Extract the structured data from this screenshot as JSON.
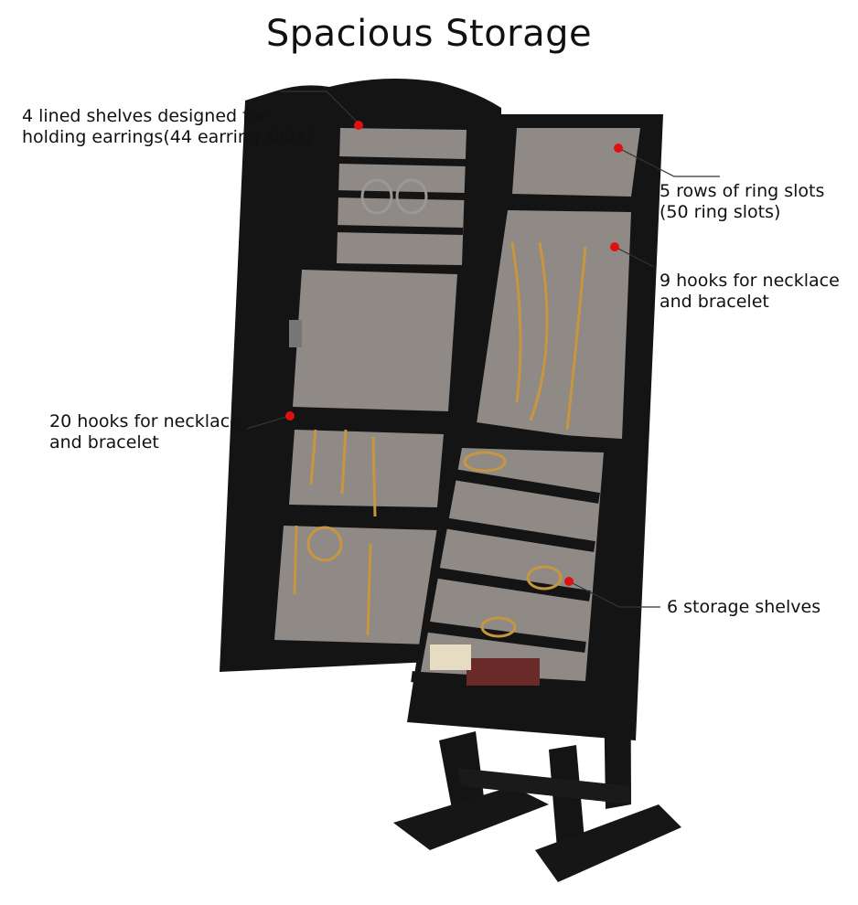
{
  "title": "Spacious Storage",
  "callouts": {
    "earring_shelves": {
      "line1": "4 lined shelves designed for",
      "line2": "holding earrings(44 earring slots)"
    },
    "ring_slots": {
      "line1": "5 rows of ring slots",
      "line2": "(50 ring slots)"
    },
    "hooks_right": {
      "line1": "9 hooks for necklace",
      "line2": "and bracelet"
    },
    "hooks_left": {
      "line1": "20 hooks for necklace",
      "line2": "and bracelet"
    },
    "storage_shelves": {
      "line1": "6 storage shelves"
    }
  },
  "colors": {
    "cabinet": "#141414",
    "lining": "#8f8a85",
    "marker": "#e01010",
    "gold": "#c8963e"
  }
}
